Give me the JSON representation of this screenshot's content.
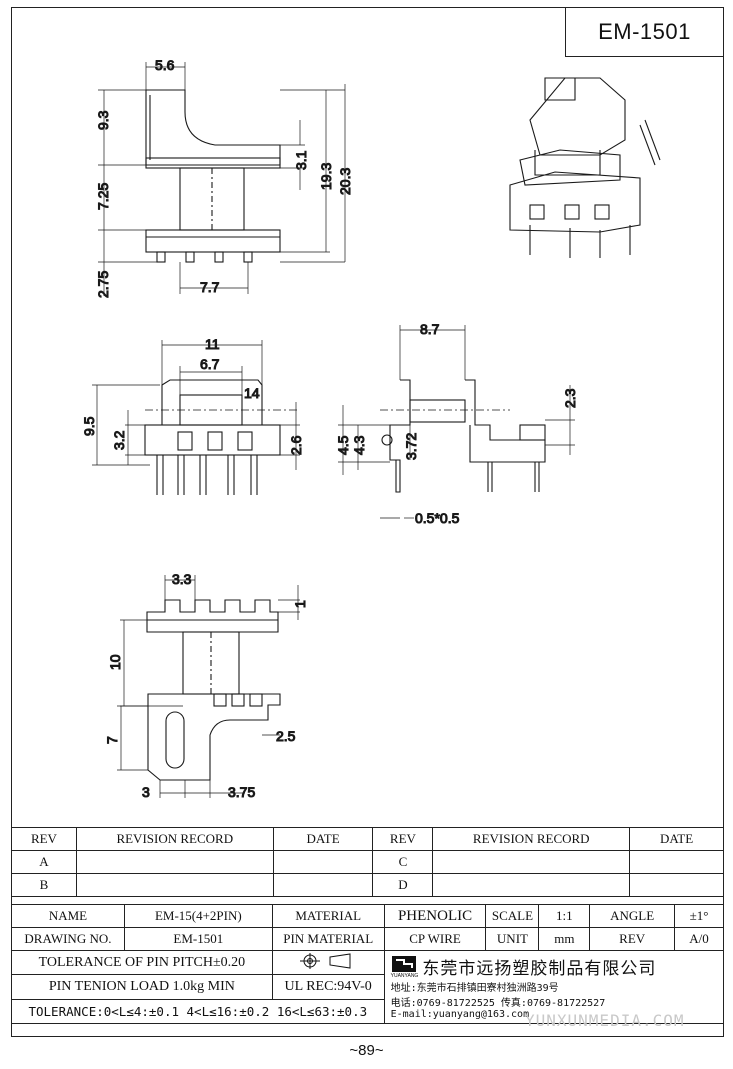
{
  "title": "EM-1501",
  "dimensions": {
    "top_width": "5.6",
    "h1": "9.3",
    "h2": "7.25",
    "h3": "2.75",
    "total1": "19.3",
    "total2": "20.3",
    "gap": "3.1",
    "pin_span": "7.7",
    "w11": "11",
    "w67": "6.7",
    "h95": "9.5",
    "h32": "3.2",
    "h26": "2.6",
    "w87": "8.7",
    "h23": "2.3",
    "h45": "4.5",
    "h43": "4.3",
    "h372": "3.72",
    "pin_sec": "0.5*0.5",
    "w33": "3.3",
    "h1b": "1",
    "h10": "10",
    "h7": "7",
    "w25": "2.5",
    "w3": "3",
    "w375": "3.75",
    "pin_mark": "14"
  },
  "revision": {
    "headers": [
      "REV",
      "REVISION RECORD",
      "DATE",
      "REV",
      "REVISION RECORD",
      "DATE"
    ],
    "rows": [
      [
        "A",
        "",
        "",
        "C",
        "",
        ""
      ],
      [
        "B",
        "",
        "",
        "D",
        "",
        ""
      ]
    ]
  },
  "info": {
    "name_label": "NAME",
    "name_value": "EM-15(4+2PIN)",
    "material_label": "MATERIAL",
    "material_value": "PHENOLIC",
    "scale_label": "SCALE",
    "scale_value": "1:1",
    "angle_label": "ANGLE",
    "angle_value": "±1°",
    "drawing_label": "DRAWING NO.",
    "drawing_value": "EM-1501",
    "pin_material_label": "PIN MATERIAL",
    "pin_material_value": "CP WIRE",
    "unit_label": "UNIT",
    "unit_value": "mm",
    "rev_label": "REV",
    "rev_value": "A/0",
    "tol_pitch": "TOLERANCE OF PIN PITCH±0.20",
    "tension": "PIN TENION LOAD 1.0kg MIN",
    "ul": "UL REC:94V-0",
    "tol_line": "TOLERANCE:0<L≤4:±0.1  4<L≤16:±0.2  16<L≤63:±0.3",
    "company": "东莞市远扬塑胶制品有限公司",
    "logo_text": "YUANYANG",
    "address": "地址:东莞市石排镇田寮村独洲路39号",
    "phone": "电话:0769-81722525    传真:0769-81722527",
    "email": "E-mail:yuanyang@163.com"
  },
  "watermark": "YUNXUNMEDIA.COM",
  "page_number": "~89~"
}
